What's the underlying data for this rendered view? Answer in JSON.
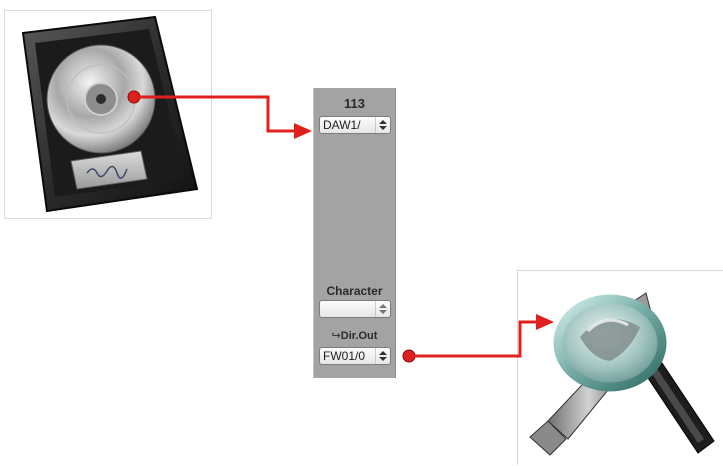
{
  "icons": {
    "logic_app_icon": "logic-pro-platinum-record-icon",
    "tools_icon": "magnifying-glass-tools-icon"
  },
  "channel_strip": {
    "number": "113",
    "input_value": "DAW1/",
    "character_label": "Character",
    "character_value": "",
    "direct_out_arrow": "↪",
    "direct_out_label": "Dir.Out",
    "output_value": "FW01/0"
  },
  "colors": {
    "connector": "#e0201c",
    "strip_background": "#a3a3a3"
  }
}
